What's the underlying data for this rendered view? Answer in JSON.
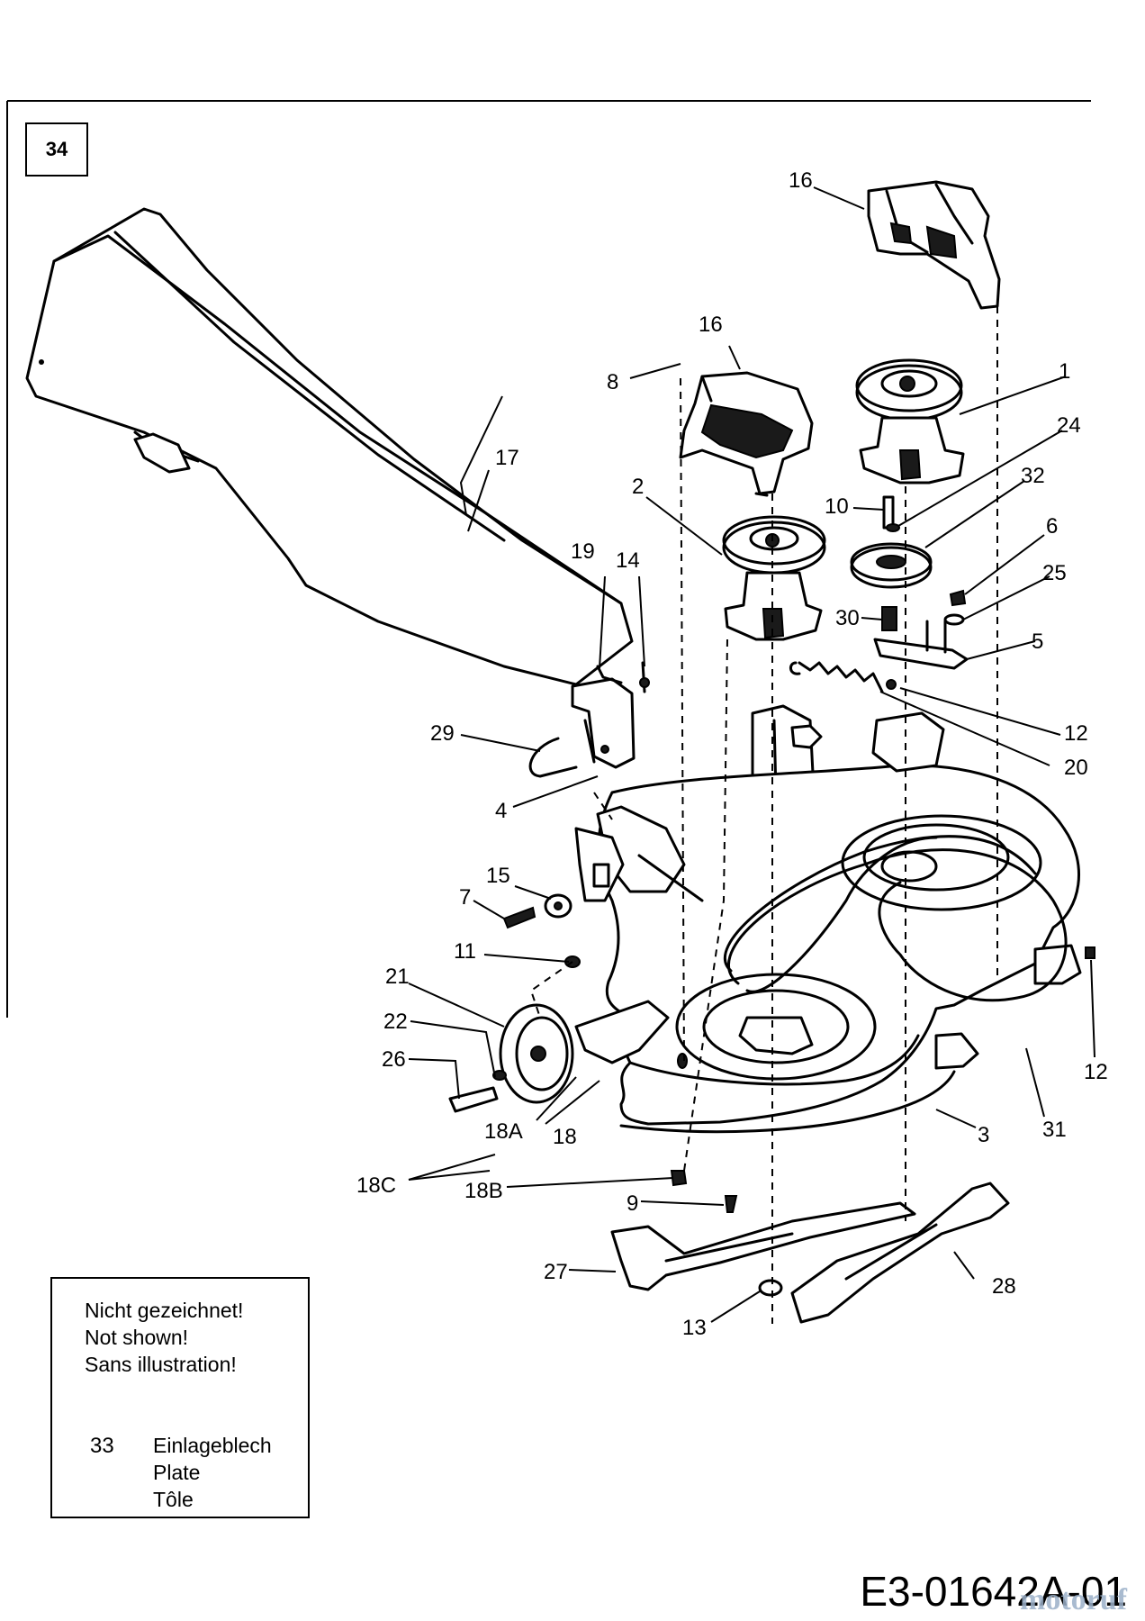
{
  "page": {
    "section_number": "34",
    "drawing_id": "E3-01642A-01",
    "watermark": "motoruf"
  },
  "note": {
    "heading_de": "Nicht gezeichnet!",
    "heading_en": "Not shown!",
    "heading_fr": "Sans illustration!",
    "item_number": "33",
    "item_de": "Einlageblech",
    "item_en": "Plate",
    "item_fr": "Tôle"
  },
  "callouts": {
    "c1": "1",
    "c2": "2",
    "c3": "3",
    "c4": "4",
    "c5": "5",
    "c6": "6",
    "c7": "7",
    "c8": "8",
    "c9": "9",
    "c10": "10",
    "c11": "11",
    "c12a": "12",
    "c12b": "12",
    "c13": "13",
    "c14": "14",
    "c15": "15",
    "c16a": "16",
    "c16b": "16",
    "c17": "17",
    "c18": "18",
    "c18a": "18A",
    "c18b": "18B",
    "c18c": "18C",
    "c19": "19",
    "c20": "20",
    "c21": "21",
    "c22": "22",
    "c24": "24",
    "c25": "25",
    "c26": "26",
    "c27": "27",
    "c28": "28",
    "c29": "29",
    "c30": "30",
    "c31": "31",
    "c32": "32"
  }
}
